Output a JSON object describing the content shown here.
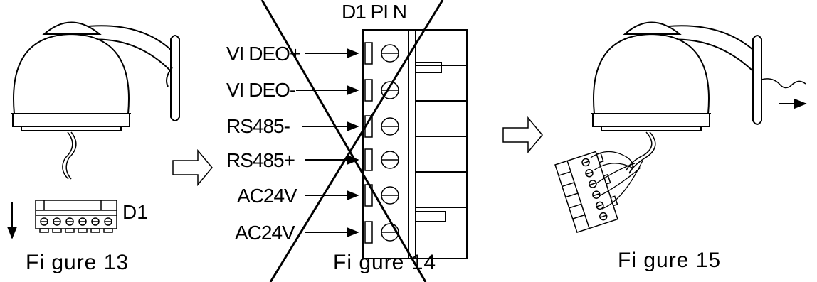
{
  "figures": [
    {
      "caption": "Fi gure 13",
      "connector_label": "D1"
    },
    {
      "caption": "Fi gure 14",
      "header_label": "D1 PI N",
      "pins": [
        "VI DEO+",
        "VI DEO-",
        "RS485-",
        "RS485+",
        "AC24V",
        "AC24V"
      ]
    },
    {
      "caption": "Fi gure 15"
    }
  ],
  "colors": {
    "line": "#000000",
    "fill": "#ffffff"
  },
  "icons": [
    "dome-camera-icon",
    "arrow-right-outline-icon",
    "arrow-down-icon",
    "terminal-block-icon"
  ]
}
